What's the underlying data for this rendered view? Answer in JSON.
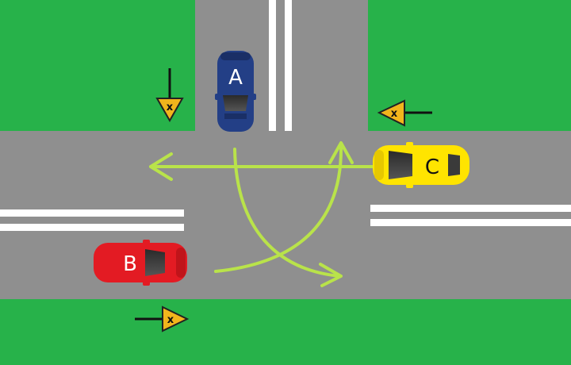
{
  "colors": {
    "grass": "#27b24a",
    "road": "#8f8f8f",
    "lane_marking": "#ffffff",
    "arrow": "#b9e34a",
    "sign_fill": "#f2b51c",
    "sign_border": "#111111",
    "car_a": "#233f86",
    "car_b": "#e31b23",
    "car_c": "#ffe400"
  },
  "cars": {
    "a": {
      "label": "A",
      "color": "#233f86",
      "heading": "south"
    },
    "b": {
      "label": "B",
      "color": "#e31b23",
      "heading": "east"
    },
    "c": {
      "label": "C",
      "color": "#ffe400",
      "heading": "west"
    }
  },
  "signs": [
    {
      "name": "sign-north-approach",
      "symbol": "x",
      "shape": "triangle"
    },
    {
      "name": "sign-east-approach",
      "symbol": "x",
      "shape": "triangle"
    },
    {
      "name": "sign-south-approach",
      "symbol": "x",
      "shape": "triangle"
    }
  ],
  "paths": [
    {
      "name": "path-car-a-straight-then-turn",
      "color": "#b9e34a"
    },
    {
      "name": "path-car-b",
      "color": "#b9e34a"
    },
    {
      "name": "path-car-c",
      "color": "#b9e34a"
    }
  ]
}
